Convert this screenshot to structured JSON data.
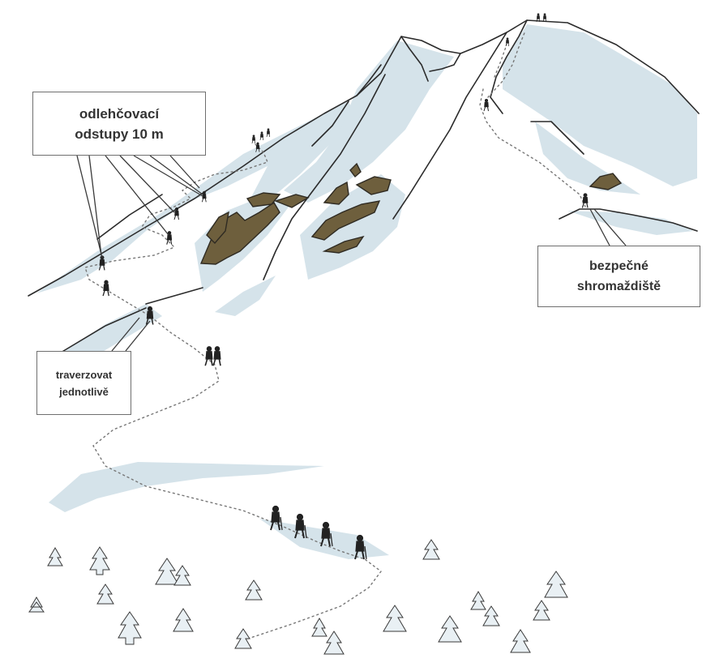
{
  "callouts": {
    "spacing": {
      "line1": "odlehčovací",
      "line2": "odstupy 10 m"
    },
    "traverse": {
      "line1": "traverzovat",
      "line2": "jednotlivě"
    },
    "assembly": {
      "line1": "bezpečné",
      "line2": "shromaždiště"
    }
  },
  "colors": {
    "snow_shadow": "#d5e3ea",
    "rock": "#6e5f3d",
    "rock_dark": "#2e2a22",
    "outline": "#2b2b2b",
    "hiker": "#222222",
    "callout_border": "#6f6f6f"
  }
}
